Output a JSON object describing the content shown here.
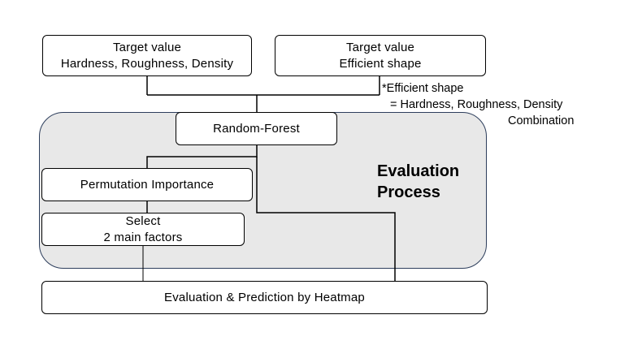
{
  "nodes": {
    "target_value_1": {
      "line1": "Target value",
      "line2": "Hardness, Roughness, Density"
    },
    "target_value_2": {
      "line1": "Target value",
      "line2": "Efficient shape"
    },
    "random_forest": {
      "label": "Random-Forest"
    },
    "permutation_importance": {
      "label": "Permutation Importance"
    },
    "select_factors": {
      "line1": "Select",
      "line2": "2 main factors"
    },
    "heatmap": {
      "label": "Evaluation & Prediction by Heatmap"
    }
  },
  "evaluation_region": {
    "line1": "Evaluation",
    "line2": "Process"
  },
  "note": {
    "line1": "*Efficient shape",
    "line2": "= Hardness, Roughness, Density",
    "line3": "Combination"
  },
  "colors": {
    "region_fill": "#e8e8e8",
    "region_border": "#2d3e5c",
    "line": "#000000"
  }
}
